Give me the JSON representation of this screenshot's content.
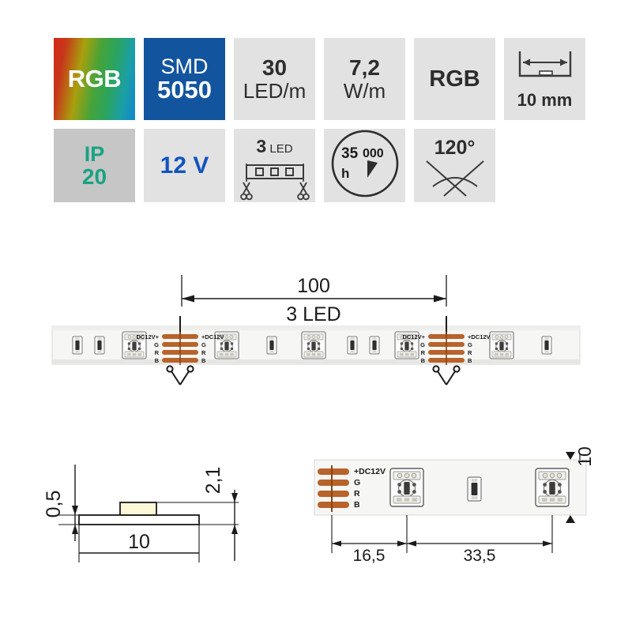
{
  "badges": {
    "row1": [
      {
        "name": "color-rgb-gradient",
        "icon": "rgb-gradient-icon",
        "text": "RGB"
      },
      {
        "name": "chip-type",
        "icon": "smd-chip-icon",
        "line1": "SMD",
        "line2": "5050"
      },
      {
        "name": "led-density",
        "icon": "led-density-icon",
        "line1": "30",
        "line2": "LED/m"
      },
      {
        "name": "power-consumption",
        "icon": "power-icon",
        "line1": "7,2",
        "line2": "W/m"
      },
      {
        "name": "light-color",
        "icon": "light-color-icon",
        "text": "RGB"
      },
      {
        "name": "strip-width",
        "icon": "width-measure-icon",
        "label": "10 mm"
      }
    ],
    "row2": [
      {
        "name": "ingress-protection",
        "icon": "ip-rating-icon",
        "line1": "IP",
        "line2": "20"
      },
      {
        "name": "input-voltage",
        "icon": "voltage-icon",
        "text": "12 V"
      },
      {
        "name": "cut-interval",
        "icon": "scissors-cut-icon",
        "count": "3",
        "unit": "LED"
      },
      {
        "name": "lifetime",
        "icon": "lifetime-clock-icon",
        "value1": "35",
        "value2": "000",
        "unit": "h"
      },
      {
        "name": "beam-angle",
        "icon": "beam-angle-icon",
        "value": "120°"
      }
    ]
  },
  "strip_diagram": {
    "length_label": "100",
    "led_count_label": "3 LED",
    "pads": [
      "DC12V+",
      "G",
      "R",
      "B"
    ],
    "pads_right": [
      "+DC12V",
      "G",
      "R",
      "B"
    ]
  },
  "section_diagram": {
    "pcb_thickness": "0,5",
    "total_height": "2,1",
    "width": "10"
  },
  "detail_diagram": {
    "pads": [
      "+DC12V",
      "G",
      "R",
      "B"
    ],
    "dim_first": "16,5",
    "dim_second": "33,5",
    "width_label": "10"
  },
  "colors": {
    "smd_blue": "#12559e",
    "voltage_blue": "#1154bf",
    "ip_teal": "#17a383",
    "badge_gray": "#e2e2e2",
    "ip_gray": "#c6c6c6",
    "pad_copper": "#b8632a"
  }
}
